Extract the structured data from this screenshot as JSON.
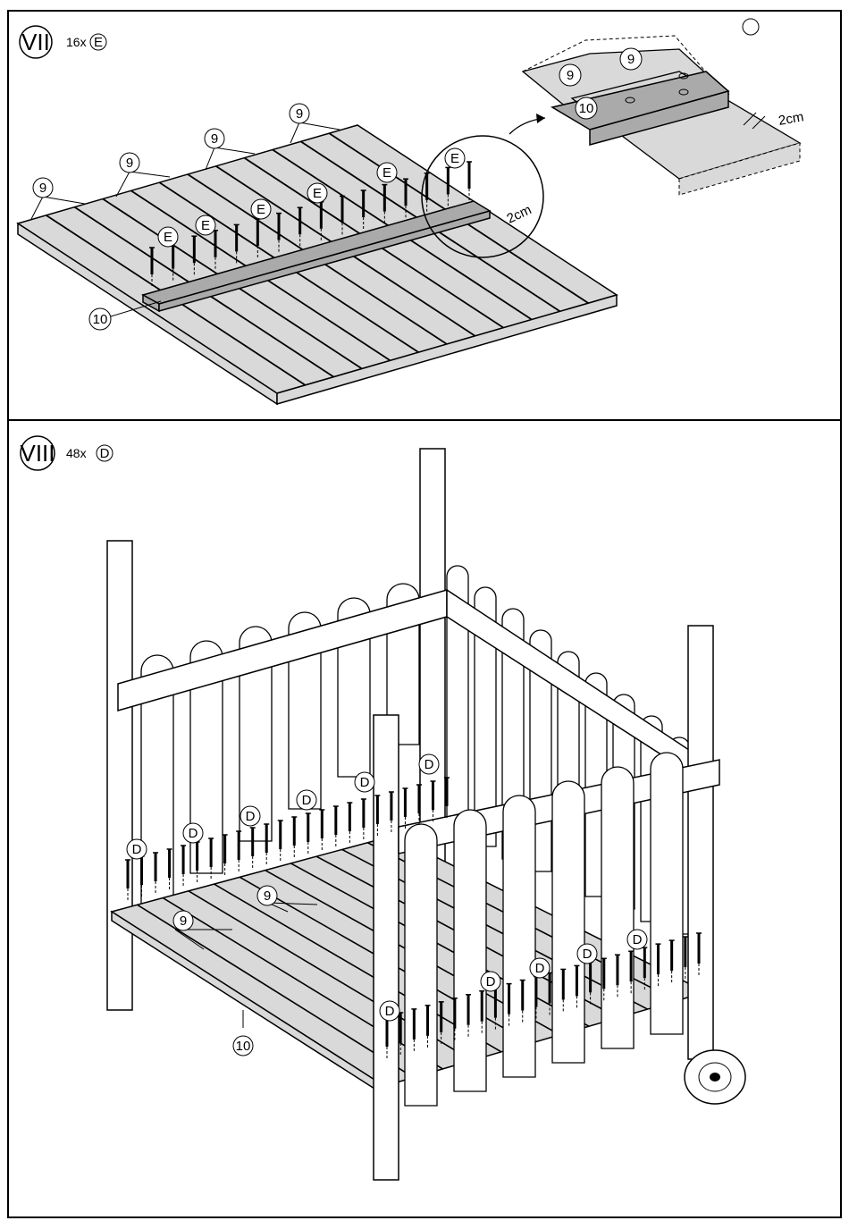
{
  "steps": [
    {
      "numeral": "VII",
      "quantity": "16x",
      "part": "E",
      "callouts": {
        "board": "9",
        "batten": "10",
        "screw": "E"
      },
      "dimension": "2cm"
    },
    {
      "numeral": "VIII",
      "quantity": "48x",
      "part": "D",
      "callouts": {
        "board": "9",
        "batten": "10",
        "screw": "D"
      }
    }
  ],
  "colors": {
    "wood": "#d9d9d9",
    "batten": "#aaaaaa",
    "line": "#000000",
    "paper": "#ffffff"
  },
  "icons": [
    "screw-icon",
    "wheel-icon",
    "zoom-circle-icon"
  ]
}
